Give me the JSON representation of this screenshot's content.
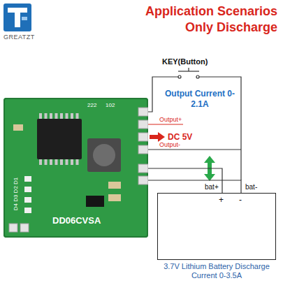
{
  "diagram": {
    "title": "Application Scenarios Only Discharge",
    "nodes": [
      {
        "text": [
          "222",
          "102",
          "DD06CVSA",
          "D4 D3 D2 D1"
        ]
      },
      {
        "text": [
          "+",
          "-",
          "3.7V Lithium Battery Discharge Current 0-3.5A"
        ]
      }
    ],
    "edges": [
      {
        "from": 0,
        "to": 1,
        "arrow": "none",
        "label": "bat+"
      },
      {
        "from": 0,
        "to": 1,
        "arrow": "none",
        "label": "bat-"
      }
    ],
    "labels": [
      "GREATZT",
      "KEY(Button)",
      "Output Current 0-2.1A",
      "Output+",
      "DC 5V",
      "Output-"
    ]
  }
}
